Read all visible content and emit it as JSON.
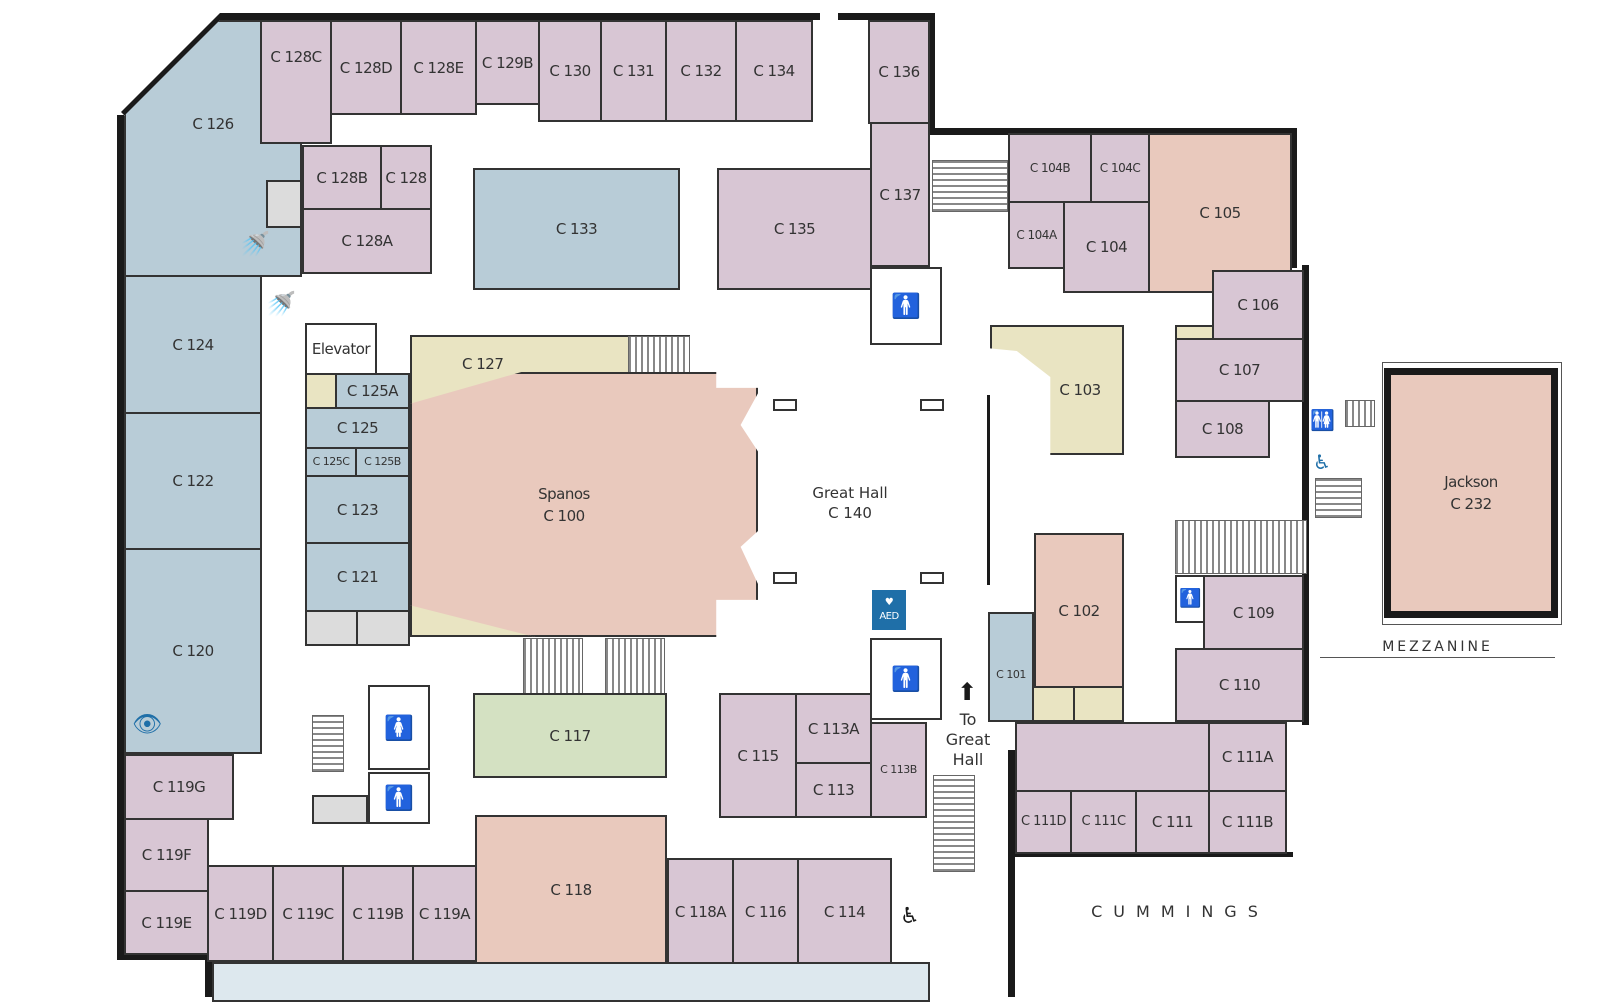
{
  "rooms": {
    "c128c": "C 128C",
    "c128d": "C 128D",
    "c128e": "C 128E",
    "c129b": "C 129B",
    "c130": "C 130",
    "c131": "C 131",
    "c132": "C 132",
    "c134": "C 134",
    "c136": "C 136",
    "c126": "C 126",
    "c128b": "C 128B",
    "c128": "C 128",
    "c128a": "C 128A",
    "c133": "C 133",
    "c135": "C 135",
    "c137": "C 137",
    "c104b": "C 104B",
    "c104c": "C 104C",
    "c104a": "C 104A",
    "c104": "C 104",
    "c105": "C 105",
    "c106": "C 106",
    "c107": "C 107",
    "c108": "C 108",
    "c103": "C 103",
    "c124": "C 124",
    "c122": "C 122",
    "c120": "C 120",
    "elevator": "Elevator",
    "c127": "C 127",
    "c125a": "C 125A",
    "c125": "C 125",
    "c125c": "C 125C",
    "c125b": "C 125B",
    "c123": "C 123",
    "c121": "C 121",
    "spanos": "Spanos",
    "c100": "C 100",
    "great_hall": "Great Hall",
    "c140": "C 140",
    "c102": "C 102",
    "c101": "C 101",
    "c109": "C 109",
    "c110": "C 110",
    "jackson": "Jackson",
    "c232": "C 232",
    "c117": "C 117",
    "c115": "C 115",
    "c113a": "C 113A",
    "c113": "C 113",
    "c113b": "C 113B",
    "c111a": "C 111A",
    "c111": "C 111",
    "c111b": "C 111B",
    "c111c": "C 111C",
    "c111d": "C 111D",
    "c119g": "C 119G",
    "c119f": "C 119F",
    "c119e": "C 119E",
    "c119d": "C 119D",
    "c119c": "C 119C",
    "c119b": "C 119B",
    "c119a": "C 119A",
    "c118": "C 118",
    "c118a": "C 118A",
    "c116": "C 116",
    "c114": "C 114"
  },
  "labels": {
    "to_great_hall": "To Great Hall",
    "cummings": "CUMMINGS",
    "mezzanine": "MEZZANINE",
    "aed": "AED"
  },
  "icons": {
    "restroom": "restroom-icon",
    "accessible": "wheelchair-icon",
    "aed": "aed-icon",
    "shower": "shower-icon",
    "arrow": "arrow-up-icon",
    "eye": "eye-wash-icon"
  },
  "colors": {
    "office": "#d8c6d4",
    "hall": "#e9c9bd",
    "lab": "#b8ccd7",
    "support": "#e9e4c2",
    "classroom": "#d4e1c2"
  }
}
